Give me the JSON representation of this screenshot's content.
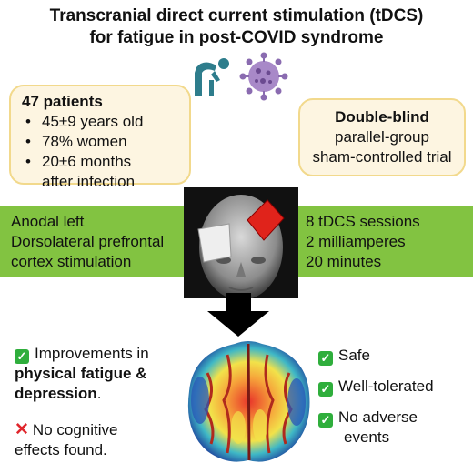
{
  "title": {
    "line1": "Transcranial direct current stimulation (tDCS)",
    "line2": "for fatigue in post-COVID syndrome"
  },
  "patients": {
    "header": "47 patients",
    "items": [
      "45±9 years old",
      "78% women",
      "20±6 months",
      "after infection"
    ]
  },
  "trial": {
    "header": "Double-blind",
    "line1": "parallel-group",
    "line2": "sham-controlled trial"
  },
  "stimulation": {
    "left": [
      "Anodal left",
      "Dorsolateral prefrontal",
      "cortex stimulation"
    ],
    "right": [
      "8 tDCS sessions",
      "2 milliamperes",
      "20 minutes"
    ]
  },
  "results": {
    "improvement_line1": "Improvements in",
    "improvement_bold": "physical fatigue &",
    "improvement_bold2": "depression",
    "improvement_end": ".",
    "no_effect_line1": "No cognitive",
    "no_effect_line2": "effects found."
  },
  "safety": {
    "safe": "Safe",
    "tolerated": "Well-tolerated",
    "no_adverse1": "No adverse",
    "no_adverse2": "events"
  },
  "colors": {
    "band": "#82c341",
    "card_bg": "#fdf5e1",
    "card_border": "#f2d98c",
    "check": "#2fae3c",
    "cross": "#e0262c",
    "virus": "#8a6bb0",
    "person": "#2e7d8c"
  },
  "icons": [
    "fatigued-person-icon",
    "coronavirus-icon",
    "head-model-image",
    "down-arrow",
    "brain-heatmap-image",
    "check-icon",
    "cross-icon"
  ]
}
